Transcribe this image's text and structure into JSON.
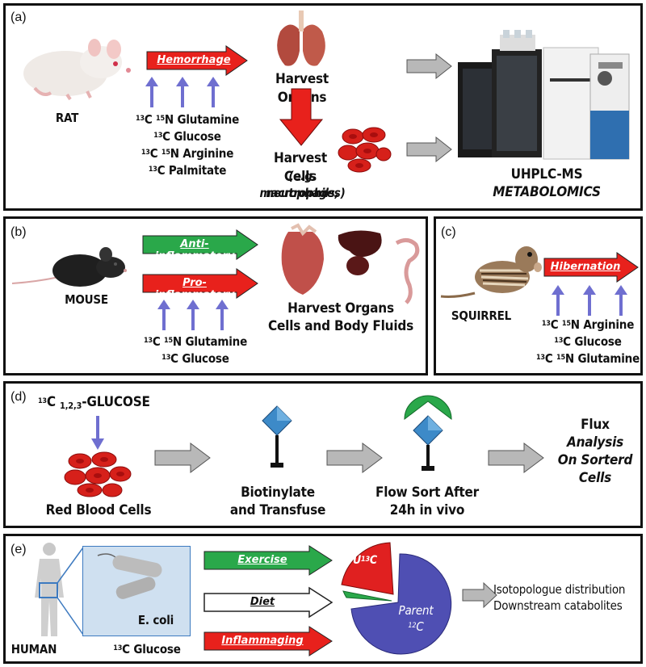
{
  "panels": {
    "a": {
      "label": "(a)",
      "animal": "RAT",
      "arrow": "Hemorrhage",
      "tracers": [
        {
          "sup1": "13",
          "el1": "C",
          "sup2": "15",
          "el2": "N",
          "name": "Glutamine"
        },
        {
          "sup1": "13",
          "el1": "C",
          "sup2": "",
          "el2": "",
          "name": "Glucose"
        },
        {
          "sup1": "13",
          "el1": "C",
          "sup2": "15",
          "el2": "N",
          "name": "Arginine"
        },
        {
          "sup1": "13",
          "el1": "C",
          "sup2": "",
          "el2": "",
          "name": "Palmitate"
        }
      ],
      "harvest_organs": "Harvest Organs",
      "harvest_cells": "Harvest Cells",
      "cells_example_1": "(e.g. neutrophils,",
      "cells_example_2": "macrophages)",
      "instrument_1": "UHPLC-MS",
      "instrument_2": "METABOLOMICS"
    },
    "b": {
      "label": "(b)",
      "animal": "MOUSE",
      "arrow_top": "Anti-inflammatory",
      "arrow_bottom": "Pro-inflammatory",
      "tracers": [
        {
          "sup1": "13",
          "el1": "C",
          "sup2": "15",
          "el2": "N",
          "name": "Glutamine"
        },
        {
          "sup1": "13",
          "el1": "C",
          "sup2": "",
          "el2": "",
          "name": "Glucose"
        }
      ],
      "harvest_1": "Harvest Organs",
      "harvest_2": "Cells and Body Fluids"
    },
    "c": {
      "label": "(c)",
      "animal": "SQUIRREL",
      "arrow": "Hibernation",
      "tracers": [
        {
          "sup1": "13",
          "el1": "C",
          "sup2": "15",
          "el2": "N",
          "name": "Arginine"
        },
        {
          "sup1": "13",
          "el1": "C",
          "sup2": "",
          "el2": "",
          "name": "Glucose"
        },
        {
          "sup1": "13",
          "el1": "C",
          "sup2": "15",
          "el2": "N",
          "name": "Glutamine"
        }
      ]
    },
    "d": {
      "label": "(d)",
      "tracer_sup": "13",
      "tracer_el": "C",
      "tracer_sub": "1,2,3",
      "tracer_name": "-GLUCOSE",
      "step1": "Red Blood Cells",
      "step2_1": "Biotinylate",
      "step2_2": "and Transfuse",
      "step3_1": "Flow Sort After",
      "step3_2": "24h in vivo",
      "step4_1": "Flux",
      "step4_2": "Analysis",
      "step4_3": "On Sorterd",
      "step4_4": "Cells"
    },
    "e": {
      "label": "(e)",
      "human": "HUMAN",
      "bacteria": "E. coli",
      "tracer_sup": "13",
      "tracer_rest": "C Glucose",
      "arrows": [
        "Exercise",
        "Diet",
        "Inflammaging"
      ],
      "pie_parent": "Parent",
      "pie_parent_sup": "12",
      "pie_parent_el": "C",
      "pie_u": "U",
      "pie_u_sup": "13",
      "pie_u_el": "C",
      "result_1": "Isotopologue distribution",
      "result_2": "Downstream catabolites"
    }
  },
  "colors": {
    "red_arrow": "#e8211c",
    "green_arrow": "#2aa84a",
    "blue_arrow": "#6f6fd0",
    "gray_arrow": "#b8b8b8",
    "pie_parent": "#4f4fb3",
    "pie_red": "#e02020",
    "pie_green": "#2aa84a"
  }
}
